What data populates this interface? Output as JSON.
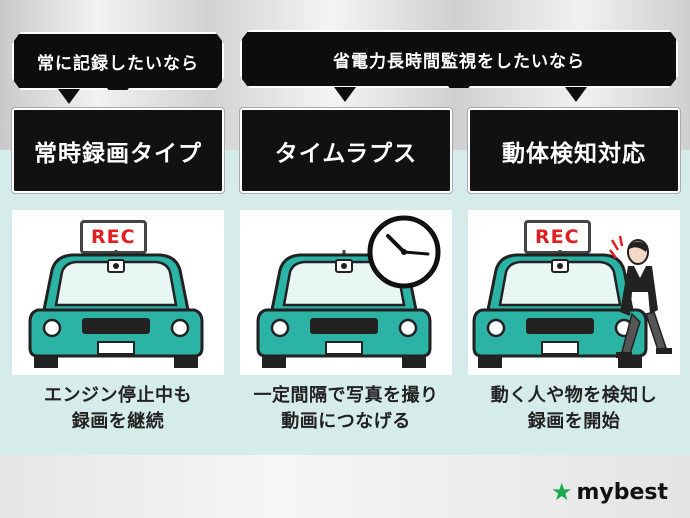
{
  "callouts": {
    "left": "常に記録したいなら",
    "right": "省電力長時間監視をしたいなら"
  },
  "columns": [
    {
      "header": "常時録画タイプ",
      "badge": "REC",
      "caption_line1": "エンジン停止中も",
      "caption_line2": "録画を継続"
    },
    {
      "header": "タイムラプス",
      "badge": "",
      "caption_line1": "一定間隔で写真を撮り",
      "caption_line2": "動画につなげる"
    },
    {
      "header": "動体検知対応",
      "badge": "REC",
      "caption_line1": "動く人や物を検知し",
      "caption_line2": "録画を開始"
    }
  ],
  "brand": {
    "name": "mybest",
    "star_color": "#1aa84f"
  },
  "colors": {
    "car_body": "#2bb3a6",
    "band": "#d5ecea",
    "rec_text": "#e02020"
  }
}
